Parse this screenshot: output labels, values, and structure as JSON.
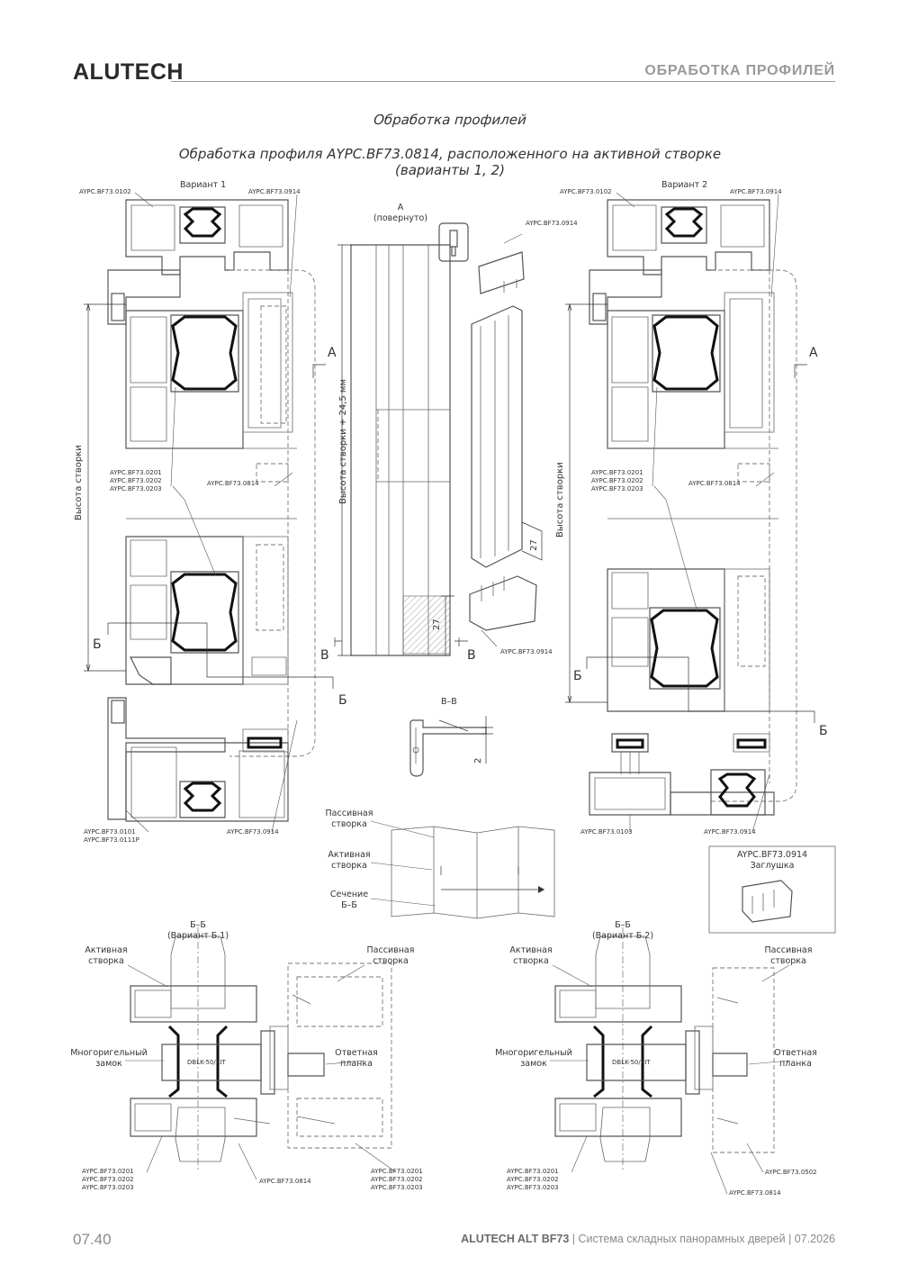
{
  "header": {
    "brand": "ALUTECH",
    "section": "ОБРАБОТКА ПРОФИЛЕЙ"
  },
  "titles": {
    "main": "Обработка профилей",
    "sub_line1": "Обработка профиля AYPC.BF73.0814, расположенного на активной створке",
    "sub_line2": "(варианты 1, 2)"
  },
  "variant1": {
    "title": "Вариант 1",
    "label_top_left": "AYPC.BF73.0102",
    "label_top_right": "AYPC.BF73.0914",
    "labels_mid": [
      "AYPC.BF73.0201",
      "AYPC.BF73.0202",
      "AYPC.BF73.0203"
    ],
    "label_mid_right": "AYPC.BF73.0814",
    "labels_bottom_left": [
      "AYPC.BF73.0101",
      "AYPC.BF73.0111P"
    ],
    "label_bottom_right": "AYPC.BF73.0914",
    "height_label": "Высота створки",
    "marker_a": "A",
    "marker_b": "Б"
  },
  "center": {
    "view_label": "A",
    "view_sub": "(повернуто)",
    "height_label": "Высота створки + 24,5 мм",
    "dim_27": "27",
    "marker_v": "B",
    "plug_label_top": "AYPC.BF73.0914",
    "plug_label_bottom": "AYPC.BF73.0914",
    "dim_27_b": "27",
    "section_label": "B–B",
    "dim_2": "2"
  },
  "variant2": {
    "title": "Вариант 2",
    "label_top_left": "AYPC.BF73.0102",
    "label_top_right": "AYPC.BF73.0914",
    "labels_mid": [
      "AYPC.BF73.0201",
      "AYPC.BF73.0202",
      "AYPC.BF73.0203"
    ],
    "label_mid_right": "AYPC.BF73.0814",
    "label_bottom_left": "AYPC.BF73.0103",
    "label_bottom_right": "AYPC.BF73.0914",
    "height_label": "Высота створки",
    "marker_a": "A",
    "marker_b": "Б"
  },
  "scheme": {
    "passive": [
      "Пассивная",
      "створка"
    ],
    "active": [
      "Активная",
      "створка"
    ],
    "section": [
      "Сечение",
      "Б–Б"
    ]
  },
  "plug_box": {
    "code": "AYPC.BF73.0914",
    "name": "Заглушка"
  },
  "sectionB1": {
    "title": "Б–Б",
    "sub": "(Вариант Б.1)",
    "active": [
      "Активная",
      "створка"
    ],
    "passive": [
      "Пассивная",
      "створка"
    ],
    "lock": [
      "Многоригельный",
      "замок"
    ],
    "strike": [
      "Ответная",
      "планка"
    ],
    "lock_code": "DBLK-50/KIT",
    "labels_left": [
      "AYPC.BF73.0201",
      "AYPC.BF73.0202",
      "AYPC.BF73.0203"
    ],
    "label_mid": "AYPC.BF73.0814",
    "labels_right": [
      "AYPC.BF73.0201",
      "AYPC.BF73.0202",
      "AYPC.BF73.0203"
    ]
  },
  "sectionB2": {
    "title": "Б–Б",
    "sub": "(Вариант Б.2)",
    "active": [
      "Активная",
      "створка"
    ],
    "passive": [
      "Пассивная",
      "створка"
    ],
    "lock": [
      "Многоригельный",
      "замок"
    ],
    "strike": [
      "Ответная",
      "планка"
    ],
    "lock_code": "DBLK-50/KIT",
    "labels_left": [
      "AYPC.BF73.0201",
      "AYPC.BF73.0202",
      "AYPC.BF73.0203"
    ],
    "label_right_1": "AYPC.BF73.0502",
    "label_right_2": "AYPC.BF73.0814"
  },
  "footer": {
    "page": "07.40",
    "product": "ALUTECH ALT BF73",
    "description": " | Система складных панорамных дверей | 07.2026"
  }
}
